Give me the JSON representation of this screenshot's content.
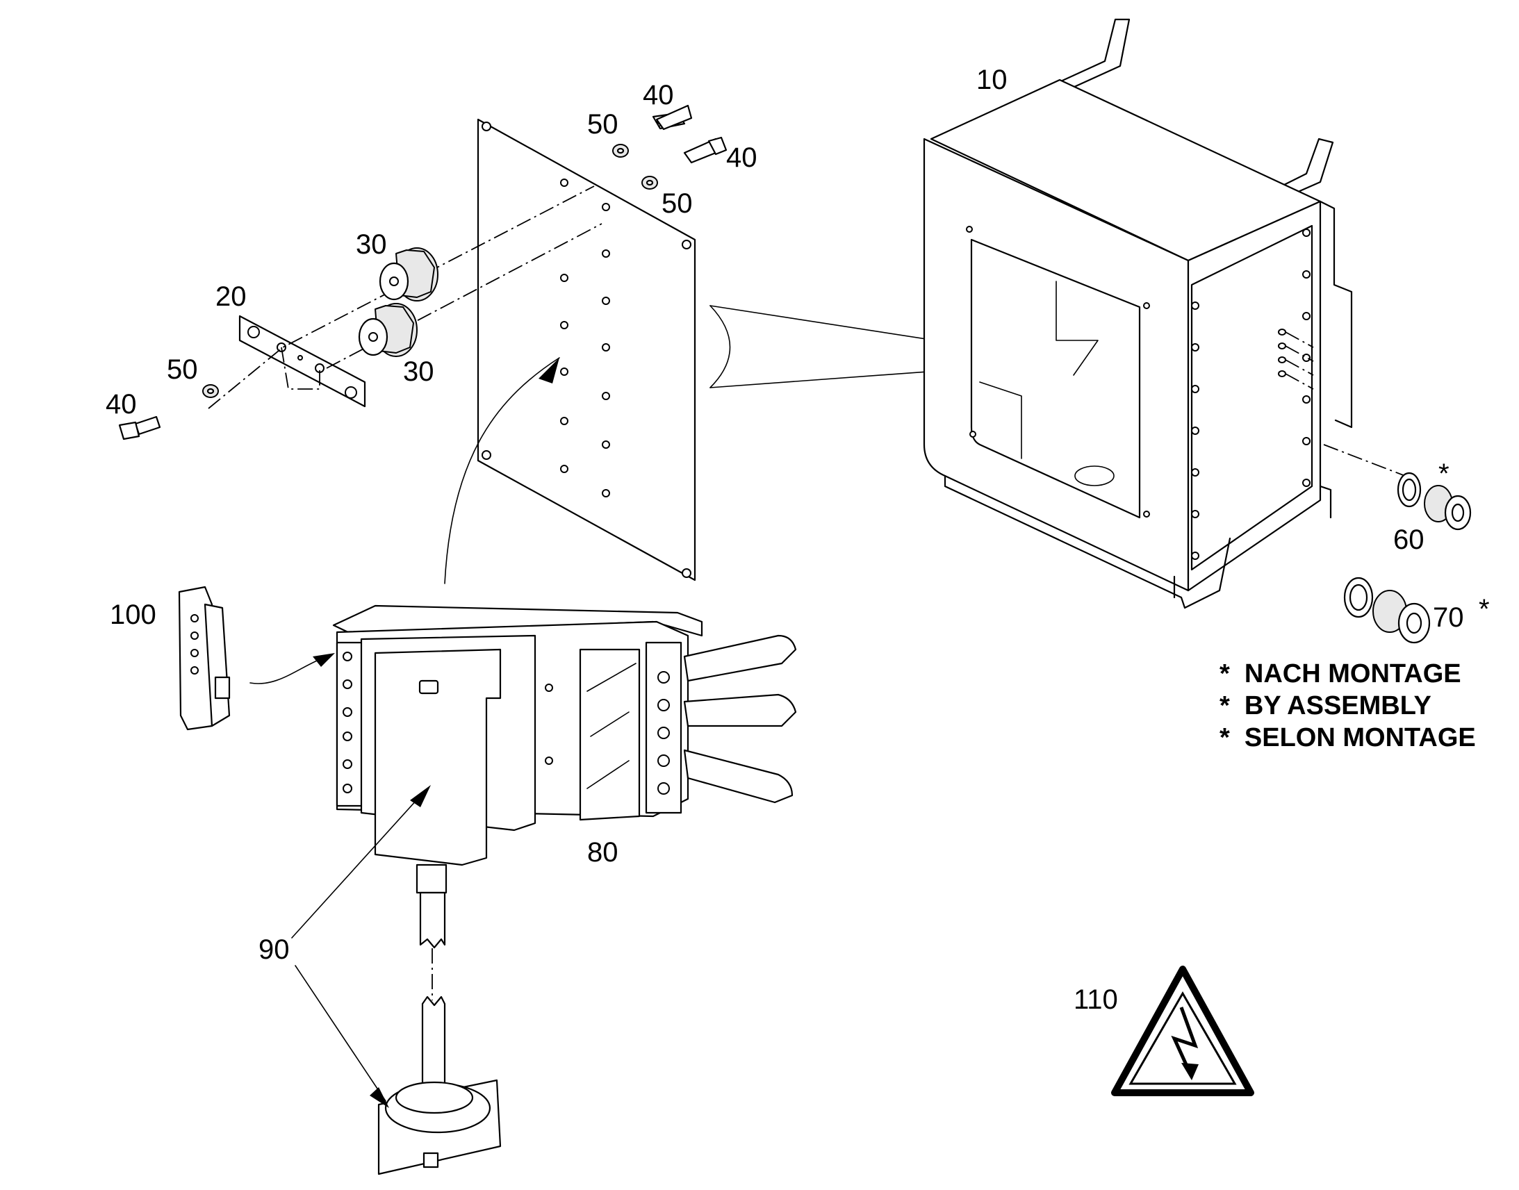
{
  "labels": {
    "l10": "10",
    "l20": "20",
    "l30a": "30",
    "l30b": "30",
    "l40a": "40",
    "l40b": "40",
    "l40c": "40",
    "l50a": "50",
    "l50b": "50",
    "l50c": "50",
    "l60": "60",
    "l70": "70",
    "l80": "80",
    "l90": "90",
    "l100": "100",
    "l110": "110",
    "star60": "*",
    "star70": "*"
  },
  "notes": [
    "*  NACH MONTAGE",
    "*  BY ASSEMBLY",
    "*  SELON MONTAGE"
  ]
}
